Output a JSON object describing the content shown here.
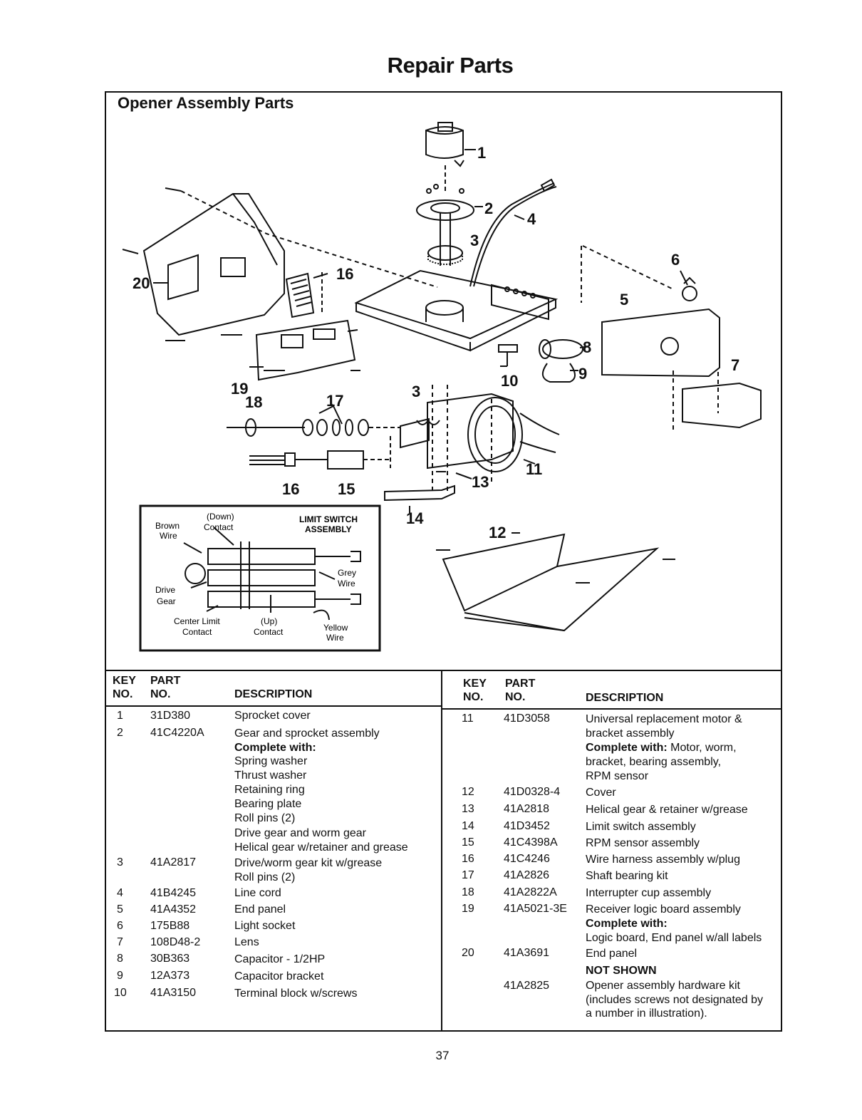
{
  "page": {
    "title": "Repair Parts",
    "section_title": "Opener Assembly Parts",
    "page_number": "37"
  },
  "callouts": {
    "c1": "1",
    "c2": "2",
    "c3": "3",
    "c3b": "3",
    "c4": "4",
    "c5": "5",
    "c6": "6",
    "c7": "7",
    "c8": "8",
    "c9": "9",
    "c10": "10",
    "c11": "11",
    "c12": "12",
    "c13": "13",
    "c14": "14",
    "c15": "15",
    "c16": "16",
    "c16b": "16",
    "c17": "17",
    "c18": "18",
    "c19": "19",
    "c20": "20"
  },
  "inset": {
    "down": "(Down)",
    "contact_top": "Contact",
    "brown": "Brown",
    "wire_brown": "Wire",
    "title_line1": "LIMIT SWITCH",
    "title_line2": "ASSEMBLY",
    "grey": "Grey",
    "wire_grey": "Wire",
    "drive": "Drive",
    "gear": "Gear",
    "center_limit": "Center Limit",
    "contact_center": "Contact",
    "up": "(Up)",
    "contact_up": "Contact",
    "yellow": "Yellow",
    "wire_yellow": "Wire"
  },
  "table": {
    "headers": {
      "key_line1": "KEY",
      "key_line2": "NO.",
      "part_line1": "PART",
      "part_line2": "NO.",
      "description": "DESCRIPTION"
    },
    "left_rows": [
      {
        "key": "1",
        "part": "31D380",
        "lines": [
          "Sprocket cover"
        ]
      },
      {
        "key": "2",
        "part": "41C4220A",
        "lines": [
          "Gear and sprocket assembly"
        ],
        "bold": "Complete with:",
        "sub": [
          "Spring washer",
          "Thrust washer",
          "Retaining ring",
          "Bearing plate",
          "Roll pins (2)",
          "Drive gear and worm gear",
          "Helical gear w/retainer and grease"
        ]
      },
      {
        "key": "3",
        "part": "41A2817",
        "lines": [
          "Drive/worm gear kit w/grease",
          "Roll pins (2)"
        ]
      },
      {
        "key": "4",
        "part": "41B4245",
        "lines": [
          "Line cord"
        ]
      },
      {
        "key": "5",
        "part": "41A4352",
        "lines": [
          "End panel"
        ]
      },
      {
        "key": "6",
        "part": "175B88",
        "lines": [
          "Light socket"
        ]
      },
      {
        "key": "7",
        "part": "108D48-2",
        "lines": [
          "Lens"
        ]
      },
      {
        "key": "8",
        "part": "30B363",
        "lines": [
          "Capacitor - 1/2HP"
        ]
      },
      {
        "key": "9",
        "part": "12A373",
        "lines": [
          "Capacitor bracket"
        ]
      },
      {
        "key": "10",
        "part": "41A3150",
        "lines": [
          "Terminal block w/screws"
        ]
      }
    ],
    "right_rows": [
      {
        "key": "11",
        "part": "41D3058",
        "lines": [
          "Universal replacement motor &",
          "bracket assembly"
        ],
        "bold_prefix": "Complete with:",
        "tail": " Motor, worm,",
        "more": [
          "bracket, bearing assembly,",
          "RPM sensor"
        ]
      },
      {
        "key": "12",
        "part": "41D0328-4",
        "lines": [
          "Cover"
        ]
      },
      {
        "key": "13",
        "part": "41A2818",
        "lines": [
          "Helical gear & retainer w/grease"
        ]
      },
      {
        "key": "14",
        "part": "41D3452",
        "lines": [
          "Limit switch assembly"
        ]
      },
      {
        "key": "15",
        "part": "41C4398A",
        "lines": [
          "RPM sensor assembly"
        ]
      },
      {
        "key": "16",
        "part": "41C4246",
        "lines": [
          "Wire harness assembly w/plug"
        ]
      },
      {
        "key": "17",
        "part": "41A2826",
        "lines": [
          "Shaft bearing kit"
        ]
      },
      {
        "key": "18",
        "part": "41A2822A",
        "lines": [
          "Interrupter cup assembly"
        ]
      },
      {
        "key": "19",
        "part": "41A5021-3E",
        "lines": [
          "Receiver logic board assembly"
        ],
        "bold": "Complete with:",
        "sub": [
          "Logic board, End panel w/all labels"
        ]
      },
      {
        "key": "20",
        "part": "41A3691",
        "lines": [
          "End panel"
        ]
      }
    ],
    "not_shown": {
      "heading": "NOT SHOWN",
      "part": "41A2825",
      "lines": [
        "Opener assembly hardware kit",
        "(includes screws not designated by",
        "a number in illustration)."
      ]
    }
  }
}
